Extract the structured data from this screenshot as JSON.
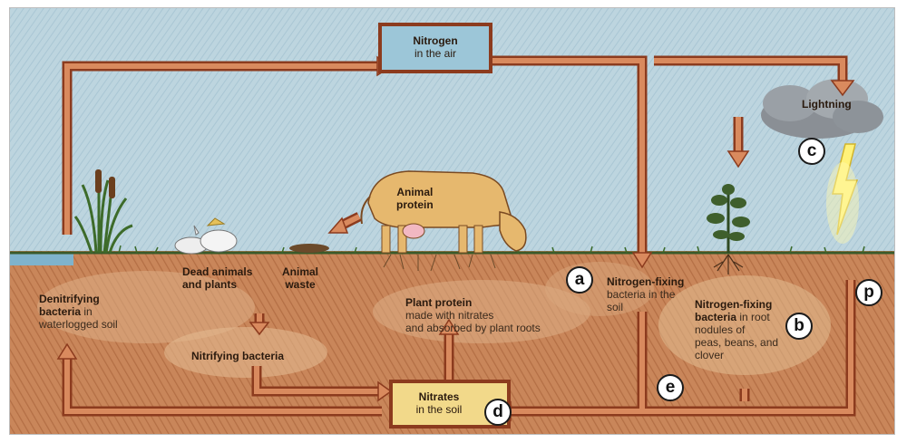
{
  "boxes": {
    "air": {
      "title": "Nitrogen",
      "subtitle": "in the air"
    },
    "nitrates": {
      "title": "Nitrates",
      "subtitle": "in the soil"
    }
  },
  "labels": {
    "lightning": "Lightning",
    "animal_protein": {
      "line1": "Animal",
      "line2": "protein"
    },
    "dead": {
      "line1": "Dead animals",
      "line2": "and plants"
    },
    "waste": {
      "line1": "Animal",
      "line2": "waste"
    },
    "denitrifying": {
      "bold1": "Denitrifying",
      "bold2": "bacteria",
      "rest2": " in",
      "line3": "waterlogged soil"
    },
    "plant_protein": {
      "title": "Plant protein",
      "line2": "made with nitrates",
      "line3": "and absorbed by plant roots"
    },
    "nitrifying": "Nitrifying bacteria",
    "nfix_soil": {
      "title": "Nitrogen-fixing",
      "line2": "bacteria in the",
      "line3": "soil"
    },
    "nfix_root": {
      "title": "Nitrogen-fixing",
      "bold2": "bacteria",
      "rest2": " in root",
      "line3": "nodules of",
      "line4": "peas, beans, and",
      "line5": "clover"
    }
  },
  "markers": [
    "a",
    "b",
    "c",
    "d",
    "e",
    "p"
  ],
  "colors": {
    "sky": "#b9d2dd",
    "soil": "#c9865a",
    "arrow_fill": "#d98a5e",
    "arrow_stroke": "#8c3b1e",
    "box_air": "#9cc6d8",
    "box_nitrates": "#f2d98a"
  }
}
